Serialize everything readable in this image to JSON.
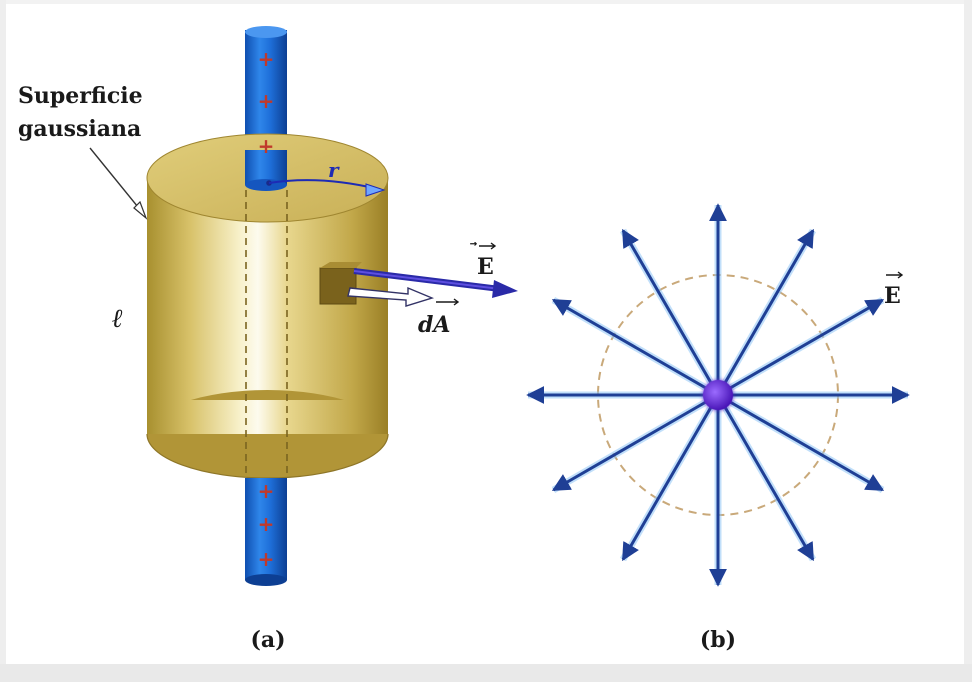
{
  "figure": {
    "panel_a": {
      "caption": "(a)",
      "surface_label_line1": "Superficie",
      "surface_label_line2": "gaussiana",
      "radius_label": "r",
      "length_label": "ℓ",
      "field_label": "E",
      "area_label": "dA",
      "charge_symbol": "+"
    },
    "panel_b": {
      "caption": "(b)",
      "field_label": "E"
    }
  },
  "colors": {
    "rod": "#1e6fd9",
    "rod_dark": "#0d4fae",
    "charge": "#c0392b",
    "cylinder": "#d9c36a",
    "cylinder_dark": "#a88d2e",
    "field_line": "#1f4fa6",
    "field_glow": "#7fb8f0",
    "center_charge": "#6a2bd6",
    "dashed_circle": "#c9a97a",
    "arrow_e": "#2a2aa8"
  }
}
